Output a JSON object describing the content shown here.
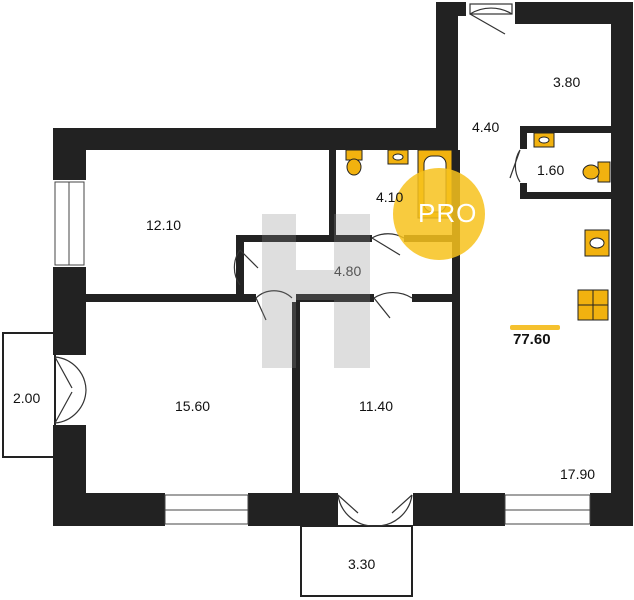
{
  "rooms": [
    {
      "id": "hall-top",
      "area": "3.80"
    },
    {
      "id": "corridor",
      "area": "4.40"
    },
    {
      "id": "toilet",
      "area": "1.60"
    },
    {
      "id": "bathroom",
      "area": "4.10"
    },
    {
      "id": "bedroom-top",
      "area": "12.10"
    },
    {
      "id": "hall-center",
      "area": "4.80"
    },
    {
      "id": "balcony-left",
      "area": "2.00"
    },
    {
      "id": "bedroom-left",
      "area": "15.60"
    },
    {
      "id": "bedroom-center",
      "area": "11.40"
    },
    {
      "id": "kitchen-living",
      "area": "17.90"
    },
    {
      "id": "balcony-bottom",
      "area": "3.30"
    }
  ],
  "total_area": "77.60",
  "watermark": {
    "text": "PRO"
  },
  "colors": {
    "wall": "#222222",
    "fixture": "#f2b20f",
    "accent": "#f5c12e",
    "watermark_badge": "#f7c21c",
    "watermark_logo": "#8a8a8a"
  }
}
